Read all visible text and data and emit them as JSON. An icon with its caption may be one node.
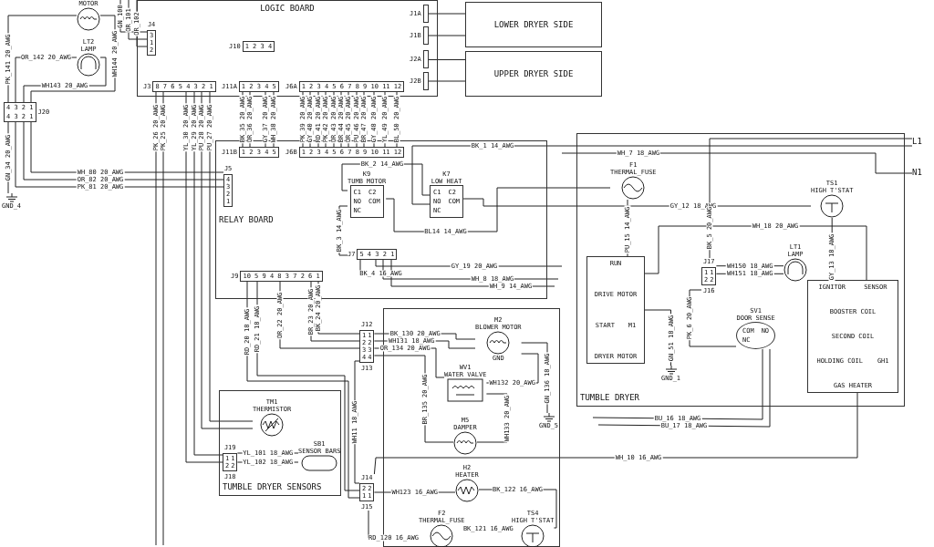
{
  "diagram": {
    "nodes": [
      {
        "text": [
          "LOGIC BOARD"
        ]
      },
      {
        "text": [
          "J4",
          "3 1 2"
        ],
        "in": 0
      },
      {
        "text": [
          "J10",
          "1 2 3 4"
        ],
        "in": 0
      },
      {
        "text": [
          "J3",
          "8 7 6 5 4 3 2 1"
        ],
        "in": 0
      },
      {
        "text": [
          "J11A",
          "1 2 3 4 5"
        ],
        "in": 0
      },
      {
        "text": [
          "J6A",
          "1 2 3 4 5 6 7 8 9 10 11 12"
        ],
        "in": 0
      },
      {
        "text": [
          "J1A"
        ],
        "in": 0
      },
      {
        "text": [
          "J1B"
        ],
        "in": 0
      },
      {
        "text": [
          "J2A"
        ],
        "in": 0
      },
      {
        "text": [
          "J2B"
        ],
        "in": 0
      },
      {
        "text": [
          "LOWER DRYER SIDE"
        ]
      },
      {
        "text": [
          "UPPER DRYER SIDE"
        ]
      },
      {
        "text": [
          "MOTOR"
        ]
      },
      {
        "text": [
          "LT2",
          "LAMP"
        ]
      },
      {
        "text": [
          "4 3 2 1",
          "4 3 2 1"
        ],
        "beside": [
          "J20"
        ]
      },
      {
        "text": [
          "GND_4"
        ]
      },
      {
        "text": [
          "RELAY BOARD"
        ]
      },
      {
        "text": [
          "J11B",
          "1 2 3 4 5"
        ],
        "in": 16
      },
      {
        "text": [
          "J6B",
          "1 2 3 4 5 6 7 8 9 10 11 12"
        ],
        "in": 16
      },
      {
        "text": [
          "J5",
          "4 3 2 1"
        ],
        "in": 16
      },
      {
        "text": [
          "K9",
          "TUMB MOTOR",
          "C1",
          "C2",
          "NO",
          "COM",
          "NC"
        ],
        "in": 16
      },
      {
        "text": [
          "K7",
          "LOW HEAT",
          "C1",
          "C2",
          "NO",
          "COM",
          "NC"
        ],
        "in": 16
      },
      {
        "text": [
          "J7",
          "5 4 3 2 1"
        ],
        "in": 16
      },
      {
        "text": [
          "J9",
          "10 5 9 4 8 3 7 2 6 1"
        ],
        "in": 16
      },
      {
        "text": [
          "TUMBLE DRYER"
        ]
      },
      {
        "text": [
          "F1",
          "THERMAL_FUSE"
        ],
        "in": 24
      },
      {
        "text": [
          "TS1",
          "HIGH T'STAT"
        ],
        "in": 24
      },
      {
        "text": [
          "LT1",
          "LAMP"
        ],
        "in": 24
      },
      {
        "text": [
          "J17",
          "1 2",
          "1 2",
          "J16"
        ],
        "in": 24
      },
      {
        "text": [
          "RUN",
          "DRIVE MOTOR",
          "START",
          "M1",
          "DRYER MOTOR"
        ],
        "in": 24
      },
      {
        "text": [
          "SV1",
          "DOOR SENSE",
          "COM",
          "NO",
          "NC"
        ],
        "in": 24
      },
      {
        "text": [
          "GND_1"
        ],
        "in": 24
      },
      {
        "text": [
          "IGNITOR",
          "SENSOR",
          "BOOSTER COIL",
          "SECOND COIL",
          "HOLDING COIL",
          "GH1",
          "GAS HEATER"
        ],
        "in": 24
      },
      {
        "text": [
          "L1"
        ]
      },
      {
        "text": [
          "N1"
        ]
      },
      {
        "text": [],
        "shape": "box"
      },
      {
        "text": [
          "J12",
          "1 2 3 4",
          "1 2 3 4",
          "J13"
        ]
      },
      {
        "text": [
          "M2",
          "BLOWER MOTOR",
          "GND"
        ],
        "in": 35
      },
      {
        "text": [
          "WV1",
          "WATER VALVE"
        ],
        "in": 35
      },
      {
        "text": [
          "M5",
          "DAMPER"
        ],
        "in": 35
      },
      {
        "text": [
          "GND_5"
        ],
        "in": 35
      },
      {
        "text": [
          "TUMBLE DRYER SENSORS"
        ]
      },
      {
        "text": [
          "TM1",
          "THERMISTOR"
        ],
        "in": 41
      },
      {
        "text": [
          "J19",
          "1 2",
          "1 2",
          "J18"
        ],
        "in": 41
      },
      {
        "text": [
          "SB1",
          "SENSOR BARS"
        ],
        "in": 41
      },
      {
        "text": [
          "J14",
          "2 1",
          "2 1",
          "J15"
        ]
      },
      {
        "text": [
          "H2",
          "HEATER"
        ],
        "in": 35
      },
      {
        "text": [
          "F2",
          "THERMAL_FUSE"
        ],
        "in": 35
      },
      {
        "text": [
          "TS4",
          "HIGH T'STAT"
        ],
        "in": 35
      }
    ],
    "edges": [
      {
        "from": 14,
        "to": 12,
        "arrow": "none",
        "label": "PK_141 20_AWG"
      },
      {
        "from": 12,
        "to": 14,
        "arrow": "none",
        "label": "WH144 20_AWG"
      },
      {
        "from": 13,
        "to": 14,
        "arrow": "none",
        "label": "OR_142 20_AWG"
      },
      {
        "from": 13,
        "to": 14,
        "arrow": "none",
        "label": "WH143 20_AWG"
      },
      {
        "from": 14,
        "to": 15,
        "arrow": "none",
        "label": "GN_34 20_AWG"
      },
      {
        "from": 14,
        "to": 19,
        "arrow": "none",
        "label": "WH_80 20_AWG"
      },
      {
        "from": 14,
        "to": 19,
        "arrow": "none",
        "label": "OR_82 20_AWG"
      },
      {
        "from": 14,
        "to": 19,
        "arrow": "none",
        "label": "PK_81 20_AWG"
      },
      {
        "from": null,
        "to": 1,
        "arrow": "none",
        "label": "GN_100"
      },
      {
        "from": null,
        "to": 1,
        "arrow": "none",
        "label": "OR_101"
      },
      {
        "from": null,
        "to": 1,
        "arrow": "none",
        "label": "OR_102"
      },
      {
        "from": 3,
        "to": null,
        "arrow": "none",
        "label": "PK_26 20_AWG"
      },
      {
        "from": 3,
        "to": null,
        "arrow": "none",
        "label": "PK_25 20_AWG"
      },
      {
        "from": 3,
        "to": 43,
        "arrow": "none",
        "label": "YL_30 20_AWG"
      },
      {
        "from": 3,
        "to": 43,
        "arrow": "none",
        "label": "YL_29 20_AWG"
      },
      {
        "from": 3,
        "to": 42,
        "arrow": "none",
        "label": "PU_28 20_AWG"
      },
      {
        "from": 3,
        "to": 42,
        "arrow": "none",
        "label": "PU_27 20_AWG"
      },
      {
        "from": 4,
        "to": 17,
        "arrow": "none",
        "label": "BK_35 20_AWG"
      },
      {
        "from": 4,
        "to": 17,
        "arrow": "none",
        "label": "OR_36 20_AWG"
      },
      {
        "from": 4,
        "to": 17,
        "arrow": "none",
        "label": "GY_37 20_AWG"
      },
      {
        "from": 4,
        "to": 17,
        "arrow": "none",
        "label": "WH_38 20_AWG"
      },
      {
        "from": 5,
        "to": 18,
        "arrow": "none",
        "label": "PK_39 20_AWG"
      },
      {
        "from": 5,
        "to": 18,
        "arrow": "none",
        "label": "GY_40 20_AWG"
      },
      {
        "from": 5,
        "to": 18,
        "arrow": "none",
        "label": "RD_41 20_AWG"
      },
      {
        "from": 5,
        "to": 18,
        "arrow": "none",
        "label": "PK_42 20_AWG"
      },
      {
        "from": 5,
        "to": 18,
        "arrow": "none",
        "label": "OR_43 20_AWG"
      },
      {
        "from": 5,
        "to": 18,
        "arrow": "none",
        "label": "BR_44 20_AWG"
      },
      {
        "from": 5,
        "to": 18,
        "arrow": "none",
        "label": "OR_45 20_AWG"
      },
      {
        "from": 5,
        "to": 18,
        "arrow": "none",
        "label": "PU_46 20_AWG"
      },
      {
        "from": 5,
        "to": 18,
        "arrow": "none",
        "label": "BR_47 20_AWG"
      },
      {
        "from": 5,
        "to": 18,
        "arrow": "none",
        "label": "GY_48 20_AWG"
      },
      {
        "from": 5,
        "to": 18,
        "arrow": "none",
        "label": "YL_49 20_AWG"
      },
      {
        "from": 5,
        "to": 18,
        "arrow": "none",
        "label": "BL_50 20_AWG"
      },
      {
        "from": 6,
        "to": 10,
        "arrow": "none"
      },
      {
        "from": 7,
        "to": 10,
        "arrow": "none"
      },
      {
        "from": 8,
        "to": 11,
        "arrow": "none"
      },
      {
        "from": 9,
        "to": 11,
        "arrow": "none"
      },
      {
        "from": 20,
        "to": 21,
        "arrow": "none",
        "label": "BK_2 14_AWG"
      },
      {
        "from": 20,
        "to": 22,
        "arrow": "none",
        "label": "BK_3 14_AWG"
      },
      {
        "from": 20,
        "to": 25,
        "arrow": "none",
        "label": "BL14 14_AWG"
      },
      {
        "from": 21,
        "to": 26,
        "arrow": "none",
        "label": "GY_12 18_AWG"
      },
      {
        "from": 22,
        "to": null,
        "arrow": "none",
        "label": "BK_4 16_AWG"
      },
      {
        "from": 22,
        "to": null,
        "arrow": "none",
        "label": "GY_19 20_AWG"
      },
      {
        "from": 22,
        "to": null,
        "arrow": "none",
        "label": "WH_8 18_AWG"
      },
      {
        "from": 22,
        "to": null,
        "arrow": "none",
        "label": "WH_9 14_AWG"
      },
      {
        "from": 33,
        "to": 21,
        "arrow": "none",
        "label": "BK_1 14_AWG"
      },
      {
        "from": 34,
        "to": null,
        "arrow": "none",
        "label": "WH_7 18_AWG"
      },
      {
        "from": 33,
        "to": 28,
        "arrow": "none",
        "label": "BK_5 20_AWG"
      },
      {
        "from": 25,
        "to": 29,
        "arrow": "none",
        "label": "PU_15 14_AWG"
      },
      {
        "from": 26,
        "to": 32,
        "arrow": "none",
        "label": "GY_13 18_AWG"
      },
      {
        "from": 29,
        "to": 31,
        "arrow": "none",
        "label": "GN_51 18_AWG"
      },
      {
        "from": 29,
        "to": 32,
        "arrow": "none",
        "label": "WH_18 20_AWG"
      },
      {
        "from": 28,
        "to": 27,
        "arrow": "none",
        "label": "WH150 18_AWG"
      },
      {
        "from": 27,
        "to": 28,
        "arrow": "none",
        "label": "WH151 18_AWG"
      },
      {
        "from": 30,
        "to": 28,
        "arrow": "none",
        "label": "PK_6 20_AWG"
      },
      {
        "from": null,
        "to": 30,
        "arrow": "none",
        "label": "BU_16 18_AWG"
      },
      {
        "from": null,
        "to": 30,
        "arrow": "none",
        "label": "BU_17 18_AWG"
      },
      {
        "from": 45,
        "to": 32,
        "arrow": "none",
        "label": "WH_10 16_AWG"
      },
      {
        "from": 23,
        "to": 45,
        "arrow": "none",
        "label": "RD_20 18_AWG"
      },
      {
        "from": 23,
        "to": 45,
        "arrow": "none",
        "label": "RD_21 18_AWG"
      },
      {
        "from": 23,
        "to": 36,
        "arrow": "none",
        "label": "OR_22 20_AWG"
      },
      {
        "from": 23,
        "to": 36,
        "arrow": "none",
        "label": "BR_23 20_AWG"
      },
      {
        "from": 23,
        "to": 36,
        "arrow": "none",
        "label": "BK_24 20_AWG"
      },
      {
        "from": 36,
        "to": 37,
        "arrow": "none",
        "label": "BK_130 20_AWG"
      },
      {
        "from": 36,
        "to": 37,
        "arrow": "none",
        "label": "WH131 18_AWG"
      },
      {
        "from": 36,
        "to": 38,
        "arrow": "none",
        "label": "OR_134 20_AWG"
      },
      {
        "from": 36,
        "to": 39,
        "arrow": "none",
        "label": "BR_135 20_AWG"
      },
      {
        "from": 38,
        "to": 37,
        "arrow": "none",
        "label": "WH132 20_AWG"
      },
      {
        "from": 38,
        "to": 39,
        "arrow": "none",
        "label": "WH133 20_AWG"
      },
      {
        "from": 37,
        "to": 40,
        "arrow": "none",
        "label": "GN_136 18_AWG"
      },
      {
        "from": 36,
        "to": 45,
        "arrow": "none",
        "label": "WH11 18_AWG"
      },
      {
        "from": 43,
        "to": 44,
        "arrow": "none",
        "label": "YL_101 18_AWG"
      },
      {
        "from": 43,
        "to": 44,
        "arrow": "none",
        "label": "YL_102 18_AWG"
      },
      {
        "from": 45,
        "to": 46,
        "arrow": "none",
        "label": "WH123 16_AWG"
      },
      {
        "from": 45,
        "to": 47,
        "arrow": "none",
        "label": "RD_120 16_AWG"
      },
      {
        "from": 47,
        "to": 48,
        "arrow": "none",
        "label": "BK_121 16_AWG"
      },
      {
        "from": 48,
        "to": 46,
        "arrow": "none",
        "label": "BK_122 16_AWG"
      }
    ]
  }
}
